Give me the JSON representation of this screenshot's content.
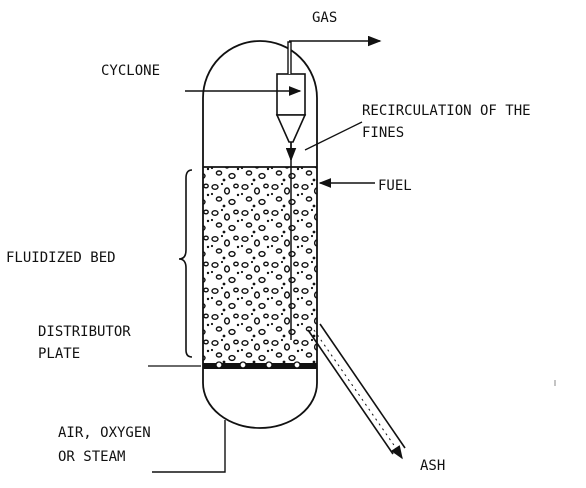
{
  "labels": {
    "gas": "GAS",
    "cyclone": "CYCLONE",
    "recirculation_line1": "RECIRCULATION OF THE",
    "recirculation_line2": "FINES",
    "fuel": "FUEL",
    "fluidized_bed": "FLUIDIZED BED",
    "distributor_line1": "DISTRIBUTOR",
    "distributor_line2": "PLATE",
    "air_line1": "AIR, OXYGEN",
    "air_line2": "OR STEAM",
    "ash": "ASH"
  }
}
